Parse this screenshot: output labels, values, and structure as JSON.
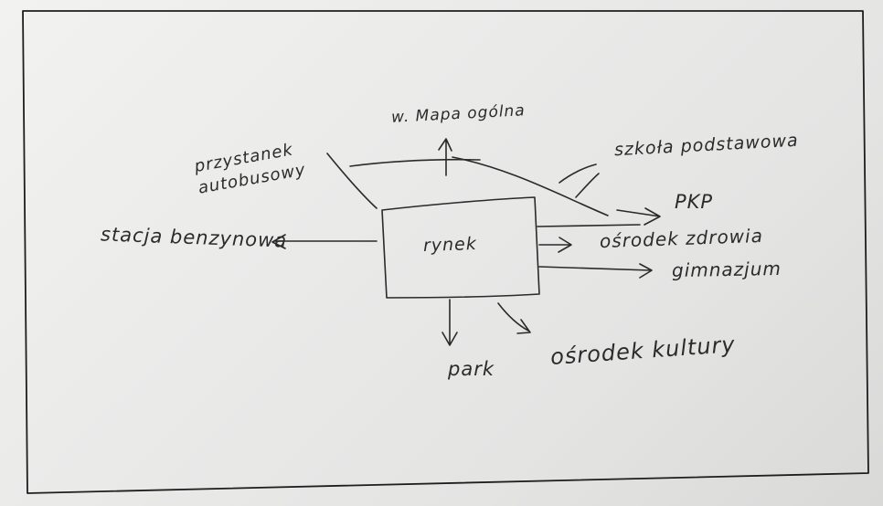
{
  "diagram": {
    "center": "rynek",
    "labels": {
      "top": "w. Mapa ogólna",
      "top_left": "przystanek autobusowy",
      "left": "stacja benzynowa",
      "school": "szkoła podstawowa",
      "pkp": "PKP",
      "health": "ośrodek zdrowia",
      "gym": "gimnazjum",
      "culture": "ośrodek kultury",
      "park": "park"
    }
  }
}
